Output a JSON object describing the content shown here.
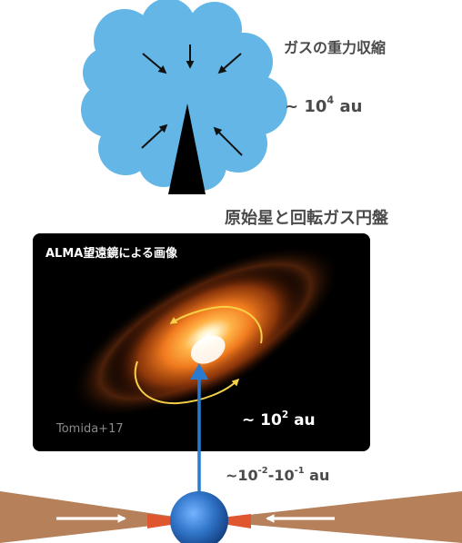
{
  "labels": {
    "collapse": "ガスの重力収縮",
    "cloud_scale": {
      "prefix": "~ 10",
      "exp": "4",
      "unit": " au"
    },
    "disk_title": "原始星と回転ガス円盤",
    "alma_title": "ALMA望遠鏡による画像",
    "credit": "Tomida+17",
    "disk_scale": {
      "prefix": "~ 10",
      "exp": "2",
      "unit": " au"
    },
    "star_scale": {
      "p1": "~10",
      "e1": "-2",
      "mid": "-10",
      "e2": "-1",
      "unit": " au"
    }
  },
  "colors": {
    "cloud": "#63b6e6",
    "disk_outer": "#b5805a",
    "disk_inner": "#e0562f",
    "star": "#2f73c7",
    "pointer_line": "#2a7bd0",
    "orbit_arrow": "#f6d046"
  }
}
